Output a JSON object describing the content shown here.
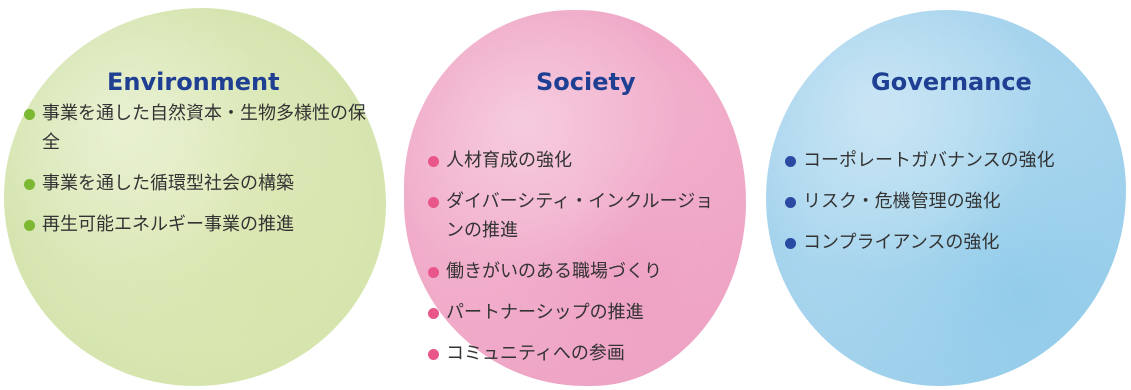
{
  "colors": {
    "title": "#1f3f93",
    "environment_bullet": "#7cb832",
    "society_bullet": "#e8568a",
    "governance_bullet": "#2b4aa3"
  },
  "environment": {
    "title": "Environment",
    "items": [
      "事業を通した自然資本・生物多様性の保全",
      "事業を通した循環型社会の構築",
      "再生可能エネルギー事業の推進"
    ]
  },
  "society": {
    "title": "Society",
    "items": [
      "人材育成の強化",
      "ダイバーシティ・インクルージョンの推進",
      "働きがいのある職場づくり",
      "パートナーシップの推進",
      "コミュニティへの参画"
    ]
  },
  "governance": {
    "title": "Governance",
    "items": [
      "コーポレートガバナンスの強化",
      "リスク・危機管理の強化",
      "コンプライアンスの強化"
    ]
  }
}
